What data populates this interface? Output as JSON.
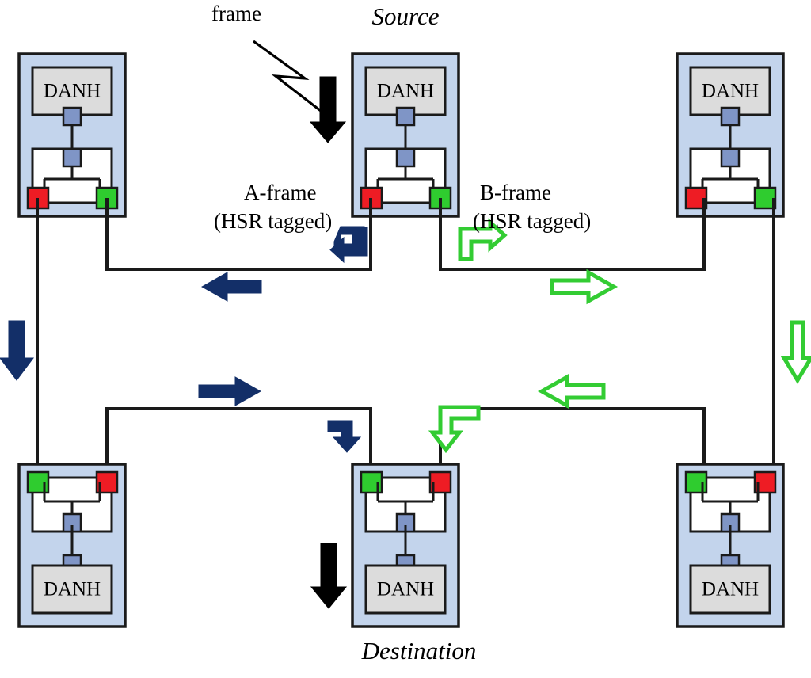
{
  "diagram": {
    "title_source": "Source",
    "title_destination": "Destination",
    "frame_label": "frame",
    "a_frame_line1": "A-frame",
    "a_frame_line2": "(HSR tagged)",
    "b_frame_line1": "B-frame",
    "b_frame_line2": "(HSR tagged)",
    "node_label": "DANH"
  },
  "colors": {
    "node_fill": "#c3d4ec",
    "node_stroke": "#1a1a1a",
    "danh_fill": "#dcdcdc",
    "switch_fill": "#ffffff",
    "interface_port": "#7f95c6",
    "port_red": "#ee1c24",
    "port_green": "#2fcc2f",
    "arrow_navy": "#132f68",
    "arrow_green": "#33cc33",
    "arrow_black": "#000000",
    "link_line": "#1a1a1a",
    "background": "#ffffff"
  },
  "nodes": [
    {
      "id": "top-left",
      "label": "DANH",
      "row": "top",
      "column": "left",
      "left_port_color": "port_red",
      "right_port_color": "port_green"
    },
    {
      "id": "top-center-source",
      "label": "DANH",
      "row": "top",
      "column": "center",
      "role": "Source",
      "left_port_color": "port_red",
      "right_port_color": "port_green"
    },
    {
      "id": "top-right",
      "label": "DANH",
      "row": "top",
      "column": "right",
      "left_port_color": "port_red",
      "right_port_color": "port_green"
    },
    {
      "id": "bottom-left",
      "label": "DANH",
      "row": "bottom",
      "column": "left",
      "left_port_color": "port_green",
      "right_port_color": "port_red"
    },
    {
      "id": "bottom-center-destination",
      "label": "DANH",
      "row": "bottom",
      "column": "center",
      "role": "Destination",
      "left_port_color": "port_green",
      "right_port_color": "port_red"
    },
    {
      "id": "bottom-right",
      "label": "DANH",
      "row": "bottom",
      "column": "right",
      "left_port_color": "port_green",
      "right_port_color": "port_red"
    }
  ],
  "flow_arrows": [
    {
      "id": "frame-injection",
      "color": "arrow_black",
      "style": "solid",
      "direction": "down",
      "meaning": "frame enters source DANH"
    },
    {
      "id": "a-frame-elbow-top",
      "color": "arrow_navy",
      "style": "solid",
      "direction": "down-then-left",
      "meaning": "A-frame leaves source left port"
    },
    {
      "id": "a-frame-top-left",
      "color": "arrow_navy",
      "style": "solid",
      "direction": "left",
      "meaning": "A-frame travels counter-clockwise"
    },
    {
      "id": "a-frame-left-down",
      "color": "arrow_navy",
      "style": "solid",
      "direction": "down",
      "meaning": "A-frame down the left side"
    },
    {
      "id": "a-frame-bottom-right",
      "color": "arrow_navy",
      "style": "solid",
      "direction": "right",
      "meaning": "A-frame along bottom"
    },
    {
      "id": "a-frame-elbow-bottom",
      "color": "arrow_navy",
      "style": "solid",
      "direction": "right-then-down",
      "meaning": "A-frame enters destination"
    },
    {
      "id": "b-frame-elbow-top",
      "color": "arrow_green",
      "style": "outline",
      "direction": "down-then-right",
      "meaning": "B-frame leaves source right port"
    },
    {
      "id": "b-frame-top-right",
      "color": "arrow_green",
      "style": "outline",
      "direction": "right",
      "meaning": "B-frame travels clockwise"
    },
    {
      "id": "b-frame-right-down",
      "color": "arrow_green",
      "style": "outline",
      "direction": "down",
      "meaning": "B-frame down the right side"
    },
    {
      "id": "b-frame-bottom-left",
      "color": "arrow_green",
      "style": "outline",
      "direction": "left",
      "meaning": "B-frame along bottom"
    },
    {
      "id": "b-frame-elbow-bottom",
      "color": "arrow_green",
      "style": "outline",
      "direction": "left-then-down",
      "meaning": "B-frame enters destination"
    },
    {
      "id": "frame-delivery",
      "color": "arrow_black",
      "style": "solid",
      "direction": "down",
      "meaning": "frame delivered to destination DANH"
    }
  ]
}
